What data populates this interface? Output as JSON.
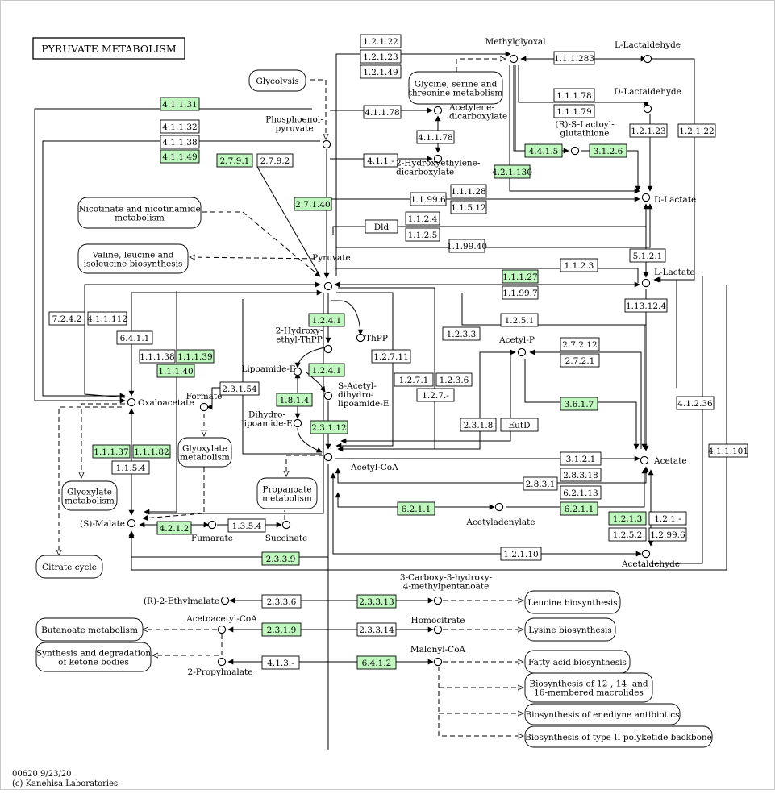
{
  "title": "PYRUVATE METABOLISM",
  "footer": {
    "line1": "00620 9/23/20",
    "line2": "(c) Kanehisa Laboratories"
  },
  "compounds": [
    {
      "id": "pep",
      "label": "Phosphoenol-\npyruvate"
    },
    {
      "id": "pyruvate",
      "label": "Pyruvate"
    },
    {
      "id": "methylglyoxal",
      "label": "Methylglyoxal"
    },
    {
      "id": "l-lactaldehyde",
      "label": "L-Lactaldehyde"
    },
    {
      "id": "d-lactaldehyde",
      "label": "D-Lactaldehyde"
    },
    {
      "id": "acetylene-dicarboxylate",
      "label": "Acetylene-\ndicarboxylate"
    },
    {
      "id": "hydroxyethylene-dicarboxylate",
      "label": "2-Hydroxyethylene-\ndicarboxylate"
    },
    {
      "id": "s-lactoylglutathione",
      "label": "(R)-S-Lactoyl-\nglutathione"
    },
    {
      "id": "d-lactate",
      "label": "D-Lactate"
    },
    {
      "id": "l-lactate",
      "label": "L-Lactate"
    },
    {
      "id": "hydroxyethyl-thpp",
      "label": "2-Hydroxy-\nethyl-ThPP"
    },
    {
      "id": "thpp",
      "label": "ThPP"
    },
    {
      "id": "lipoamide-e",
      "label": "Lipoamide-E"
    },
    {
      "id": "s-acetyl-dihydrolipoamide",
      "label": "S-Acetyl-\ndihydro-\nlipoamide-E"
    },
    {
      "id": "dihydrolipoamide-e",
      "label": "Dihydro-\nlipoamide-E"
    },
    {
      "id": "acetyl-coa",
      "label": "Acetyl-CoA"
    },
    {
      "id": "acetyl-p",
      "label": "Acetyl-P"
    },
    {
      "id": "acetate",
      "label": "Acetate"
    },
    {
      "id": "acetyladenylate",
      "label": "Acetyladenylate"
    },
    {
      "id": "acetaldehyde",
      "label": "Acetaldehyde"
    },
    {
      "id": "oxaloacetate",
      "label": "Oxaloacetate"
    },
    {
      "id": "formate",
      "label": "Formate"
    },
    {
      "id": "s-malate",
      "label": "(S)-Malate"
    },
    {
      "id": "fumarate",
      "label": "Fumarate"
    },
    {
      "id": "succinate",
      "label": "Succinate"
    },
    {
      "id": "r-2-ethylmalate",
      "label": "(R)-2-Ethylmalate"
    },
    {
      "id": "carboxy-hydroxy-methylpentanoate",
      "label": "3-Carboxy-3-hydroxy-\n4-methylpentanoate"
    },
    {
      "id": "acetoacetyl-coa",
      "label": "Acetoacetyl-CoA"
    },
    {
      "id": "homocitrate",
      "label": "Homocitrate"
    },
    {
      "id": "2-propylmalate",
      "label": "2-Propylmalate"
    },
    {
      "id": "malonyl-coa",
      "label": "Malonyl-CoA"
    }
  ],
  "maps": [
    {
      "id": "glycolysis",
      "label": "Glycolysis"
    },
    {
      "id": "glycine-serine-threonine",
      "label": "Glycine, serine and\nthreonine metabolism"
    },
    {
      "id": "nicotinate",
      "label": "Nicotinate and nicotinamide\nmetabolism"
    },
    {
      "id": "valine-leucine-isoleucine",
      "label": "Valine, leucine and\nisoleucine biosynthesis"
    },
    {
      "id": "glyoxylate-left",
      "label": "Glyoxylate\nmetabolism"
    },
    {
      "id": "glyoxylate-mid",
      "label": "Glyoxylate\nmetabolism"
    },
    {
      "id": "propanoate",
      "label": "Propanoate\nmetabolism"
    },
    {
      "id": "citrate-cycle",
      "label": "Citrate cycle"
    },
    {
      "id": "butanoate",
      "label": "Butanoate metabolism"
    },
    {
      "id": "ketone-bodies",
      "label": "Synthesis and degradation\nof ketone bodies"
    },
    {
      "id": "leucine-biosynthesis",
      "label": "Leucine biosynthesis"
    },
    {
      "id": "lysine-biosynthesis",
      "label": "Lysine biosynthesis"
    },
    {
      "id": "fatty-acid-biosynthesis",
      "label": "Fatty acid biosynthesis"
    },
    {
      "id": "macrolides",
      "label": "Biosynthesis of 12-, 14- and\n16-membered macrolides"
    },
    {
      "id": "enediyne",
      "label": "Biosynthesis of enediyne antibiotics"
    },
    {
      "id": "type-ii-polyketide",
      "label": "Biosynthesis of type II polyketide backbone"
    }
  ],
  "enzymes": [
    {
      "label": "1.2.1.22",
      "highlighted": false
    },
    {
      "label": "1.2.1.23",
      "highlighted": false
    },
    {
      "label": "1.2.1.49",
      "highlighted": false
    },
    {
      "label": "1.1.1.283",
      "highlighted": false
    },
    {
      "label": "1.1.1.78",
      "highlighted": false
    },
    {
      "label": "1.1.1.79",
      "highlighted": false
    },
    {
      "label": "4.1.1.31",
      "highlighted": true
    },
    {
      "label": "4.1.1.32",
      "highlighted": false
    },
    {
      "label": "4.1.1.38",
      "highlighted": false
    },
    {
      "label": "4.1.1.49",
      "highlighted": true
    },
    {
      "label": "4.1.1.78",
      "highlighted": false
    },
    {
      "label": "4.1.1.78",
      "highlighted": false
    },
    {
      "label": "4.1.1.-",
      "highlighted": false
    },
    {
      "label": "2.7.9.1",
      "highlighted": true
    },
    {
      "label": "2.7.9.2",
      "highlighted": false
    },
    {
      "label": "4.4.1.5",
      "highlighted": true
    },
    {
      "label": "3.1.2.6",
      "highlighted": true
    },
    {
      "label": "4.2.1.130",
      "highlighted": true
    },
    {
      "label": "1.2.1.23",
      "highlighted": false
    },
    {
      "label": "1.2.1.22",
      "highlighted": false
    },
    {
      "label": "2.7.1.40",
      "highlighted": true
    },
    {
      "label": "1.1.1.28",
      "highlighted": false
    },
    {
      "label": "1.1.99.6",
      "highlighted": false
    },
    {
      "label": "1.1.5.12",
      "highlighted": false
    },
    {
      "label": "Dld",
      "highlighted": false
    },
    {
      "label": "1.1.2.4",
      "highlighted": false
    },
    {
      "label": "1.1.2.5",
      "highlighted": false
    },
    {
      "label": "1.1.99.40",
      "highlighted": false
    },
    {
      "label": "5.1.2.1",
      "highlighted": false
    },
    {
      "label": "1.1.2.3",
      "highlighted": false
    },
    {
      "label": "1.1.1.27",
      "highlighted": true
    },
    {
      "label": "1.1.99.7",
      "highlighted": false
    },
    {
      "label": "1.13.12.4",
      "highlighted": false
    },
    {
      "label": "7.2.4.2",
      "highlighted": false
    },
    {
      "label": "4.1.1.112",
      "highlighted": false
    },
    {
      "label": "6.4.1.1",
      "highlighted": false
    },
    {
      "label": "1.1.1.38",
      "highlighted": false
    },
    {
      "label": "1.1.1.39",
      "highlighted": true
    },
    {
      "label": "1.1.1.40",
      "highlighted": true
    },
    {
      "label": "1.2.4.1",
      "highlighted": true
    },
    {
      "label": "1.2.4.1",
      "highlighted": true
    },
    {
      "label": "1.8.1.4",
      "highlighted": true
    },
    {
      "label": "2.3.1.12",
      "highlighted": true
    },
    {
      "label": "2.3.1.54",
      "highlighted": false
    },
    {
      "label": "1.2.7.11",
      "highlighted": false
    },
    {
      "label": "1.2.7.1",
      "highlighted": false
    },
    {
      "label": "1.2.3.6",
      "highlighted": false
    },
    {
      "label": "1.2.7.-",
      "highlighted": false
    },
    {
      "label": "1.2.5.1",
      "highlighted": false
    },
    {
      "label": "1.2.3.3",
      "highlighted": false
    },
    {
      "label": "2.7.2.12",
      "highlighted": false
    },
    {
      "label": "2.7.2.1",
      "highlighted": false
    },
    {
      "label": "3.6.1.7",
      "highlighted": true
    },
    {
      "label": "2.3.1.8",
      "highlighted": false
    },
    {
      "label": "EutD",
      "highlighted": false
    },
    {
      "label": "4.1.2.36",
      "highlighted": false
    },
    {
      "label": "4.1.1.101",
      "highlighted": false
    },
    {
      "label": "1.1.1.37",
      "highlighted": true
    },
    {
      "label": "1.1.1.82",
      "highlighted": true
    },
    {
      "label": "1.1.5.4",
      "highlighted": false
    },
    {
      "label": "3.1.2.1",
      "highlighted": false
    },
    {
      "label": "2.8.3.18",
      "highlighted": false
    },
    {
      "label": "2.8.3.1",
      "highlighted": false
    },
    {
      "label": "6.2.1.13",
      "highlighted": false
    },
    {
      "label": "6.2.1.1",
      "highlighted": true
    },
    {
      "label": "6.2.1.1",
      "highlighted": true
    },
    {
      "label": "1.2.1.3",
      "highlighted": true
    },
    {
      "label": "1.2.1.-",
      "highlighted": false
    },
    {
      "label": "1.2.5.2",
      "highlighted": false
    },
    {
      "label": "1.2.99.6",
      "highlighted": false
    },
    {
      "label": "4.2.1.2",
      "highlighted": true
    },
    {
      "label": "1.3.5.4",
      "highlighted": false
    },
    {
      "label": "2.3.3.9",
      "highlighted": true
    },
    {
      "label": "1.2.1.10",
      "highlighted": false
    },
    {
      "label": "2.3.3.6",
      "highlighted": false
    },
    {
      "label": "2.3.3.13",
      "highlighted": true
    },
    {
      "label": "2.3.1.9",
      "highlighted": true
    },
    {
      "label": "2.3.3.14",
      "highlighted": false
    },
    {
      "label": "4.1.3.-",
      "highlighted": false
    },
    {
      "label": "6.4.1.2",
      "highlighted": true
    }
  ]
}
